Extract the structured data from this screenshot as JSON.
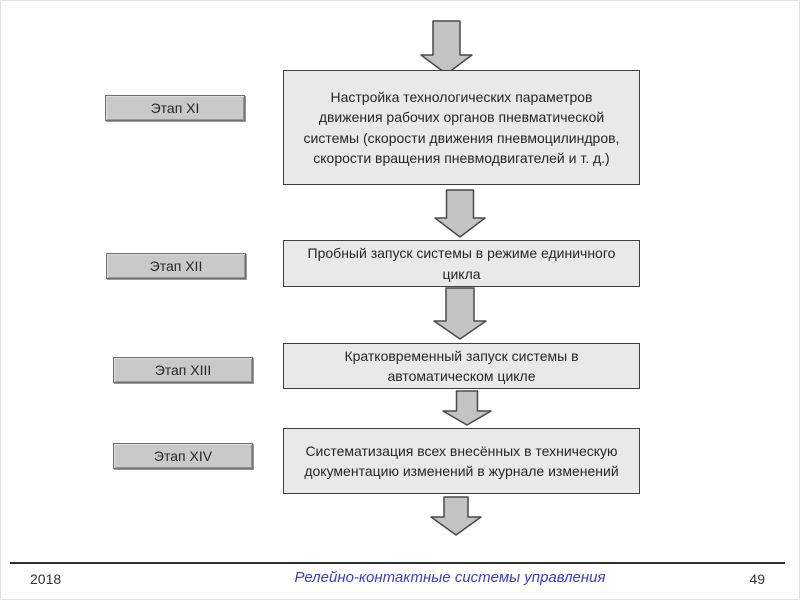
{
  "slide": {
    "colors": {
      "page_bg": "#ffffff",
      "box_fill": "#e9e9e9",
      "box_border": "#3f3f3f",
      "label_fill": "#c9c9c9",
      "label_border": "#6e6e6e",
      "arrow_fill": "#c3c3c3",
      "arrow_border": "#4a4a4a",
      "text": "#262626",
      "line_color": "#2f2f2f",
      "title_color": "#3c3ccc"
    },
    "icons": {
      "flow_arrow": "down-block-arrow"
    },
    "stages": [
      {
        "label": "Этап XI",
        "text": "Настройка технологических параметров движения рабочих органов пневматической системы (скорости движения пневмоцилиндров, скорости вращения пневмодвигателей и т. д.)"
      },
      {
        "label": "Этап XII",
        "text": "Пробный запуск системы в режиме единичного цикла"
      },
      {
        "label": "Этап XIII",
        "text": "Кратковременный запуск системы в автоматическом цикле"
      },
      {
        "label": "Этап XIV",
        "text": "Систематизация всех внесённых в техническую документацию изменений в журнале изменений"
      }
    ],
    "footer": {
      "year": "2018",
      "title": "Релейно-контактные системы управления",
      "page_number": "49"
    }
  }
}
